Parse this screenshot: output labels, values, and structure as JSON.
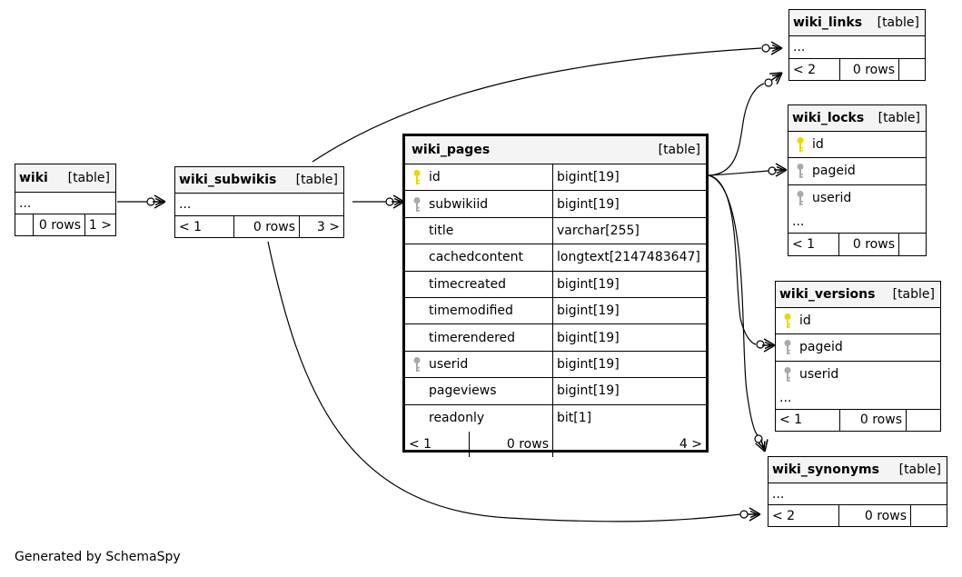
{
  "footer": "Generated by SchemaSpy",
  "colors": {
    "primary_key": "#e8d800",
    "foreign_key": "#aaaaaa",
    "header_bg": "#f4f4f4",
    "line": "#000000"
  },
  "tables": {
    "wiki": {
      "name": "wiki",
      "kind": "[table]",
      "ellipsis": "...",
      "rows": "0 rows",
      "children": "1 >"
    },
    "wiki_subwikis": {
      "name": "wiki_subwikis",
      "kind": "[table]",
      "ellipsis": "...",
      "parents": "< 1",
      "rows": "0 rows",
      "children": "3 >"
    },
    "wiki_pages": {
      "name": "wiki_pages",
      "kind": "[table]",
      "columns": [
        {
          "name": "id",
          "type": "bigint[19]",
          "key": "primary"
        },
        {
          "name": "subwikiid",
          "type": "bigint[19]",
          "key": "foreign"
        },
        {
          "name": "title",
          "type": "varchar[255]",
          "key": ""
        },
        {
          "name": "cachedcontent",
          "type": "longtext[2147483647]",
          "key": ""
        },
        {
          "name": "timecreated",
          "type": "bigint[19]",
          "key": ""
        },
        {
          "name": "timemodified",
          "type": "bigint[19]",
          "key": ""
        },
        {
          "name": "timerendered",
          "type": "bigint[19]",
          "key": ""
        },
        {
          "name": "userid",
          "type": "bigint[19]",
          "key": "foreign"
        },
        {
          "name": "pageviews",
          "type": "bigint[19]",
          "key": ""
        },
        {
          "name": "readonly",
          "type": "bit[1]",
          "key": ""
        }
      ],
      "parents": "< 1",
      "rows": "0 rows",
      "children": "4 >"
    },
    "wiki_links": {
      "name": "wiki_links",
      "kind": "[table]",
      "ellipsis": "...",
      "parents": "< 2",
      "rows": "0 rows"
    },
    "wiki_locks": {
      "name": "wiki_locks",
      "kind": "[table]",
      "columns": [
        {
          "name": "id",
          "key": "primary"
        },
        {
          "name": "pageid",
          "key": "foreign"
        },
        {
          "name": "userid",
          "key": "foreign"
        }
      ],
      "ellipsis": "...",
      "parents": "< 1",
      "rows": "0 rows"
    },
    "wiki_versions": {
      "name": "wiki_versions",
      "kind": "[table]",
      "columns": [
        {
          "name": "id",
          "key": "primary"
        },
        {
          "name": "pageid",
          "key": "foreign"
        },
        {
          "name": "userid",
          "key": "foreign"
        }
      ],
      "ellipsis": "...",
      "parents": "< 1",
      "rows": "0 rows"
    },
    "wiki_synonyms": {
      "name": "wiki_synonyms",
      "kind": "[table]",
      "ellipsis": "...",
      "parents": "< 2",
      "rows": "0 rows"
    }
  }
}
